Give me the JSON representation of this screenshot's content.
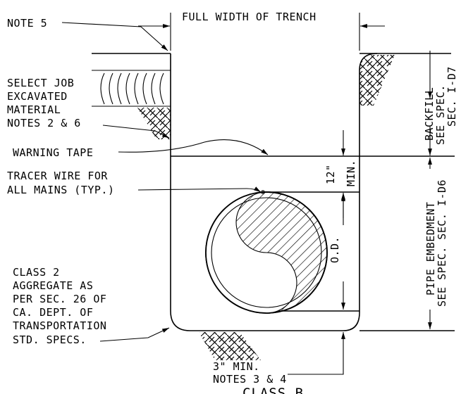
{
  "drawing": {
    "top_dimension": "FULL WIDTH OF TRENCH",
    "labels": {
      "note5": "NOTE 5",
      "select_material": [
        "SELECT JOB",
        "EXCAVATED",
        "MATERIAL",
        "NOTES 2 & 6"
      ],
      "warning_tape": "WARNING TAPE",
      "tracer_wire": [
        "TRACER WIRE FOR",
        "ALL MAINS (TYP.)"
      ],
      "aggregate": [
        "CLASS 2",
        "AGGREGATE AS",
        "PER SEC. 26 OF",
        "CA. DEPT. OF",
        "TRANSPORTATION",
        "STD. SPECS."
      ],
      "min_3in": [
        "3\" MIN.",
        "NOTES 3 & 4"
      ],
      "title": "CLASS B",
      "od": "O.D.",
      "twelve_in": "12\"",
      "min": "MIN.",
      "backfill": [
        "BACKFILL",
        "SEE SPEC.",
        "SEC. I-D7"
      ],
      "pipe_embedment": [
        "PIPE EMBEDMENT",
        "SEE SPEC. SEC. I-D6"
      ]
    }
  }
}
